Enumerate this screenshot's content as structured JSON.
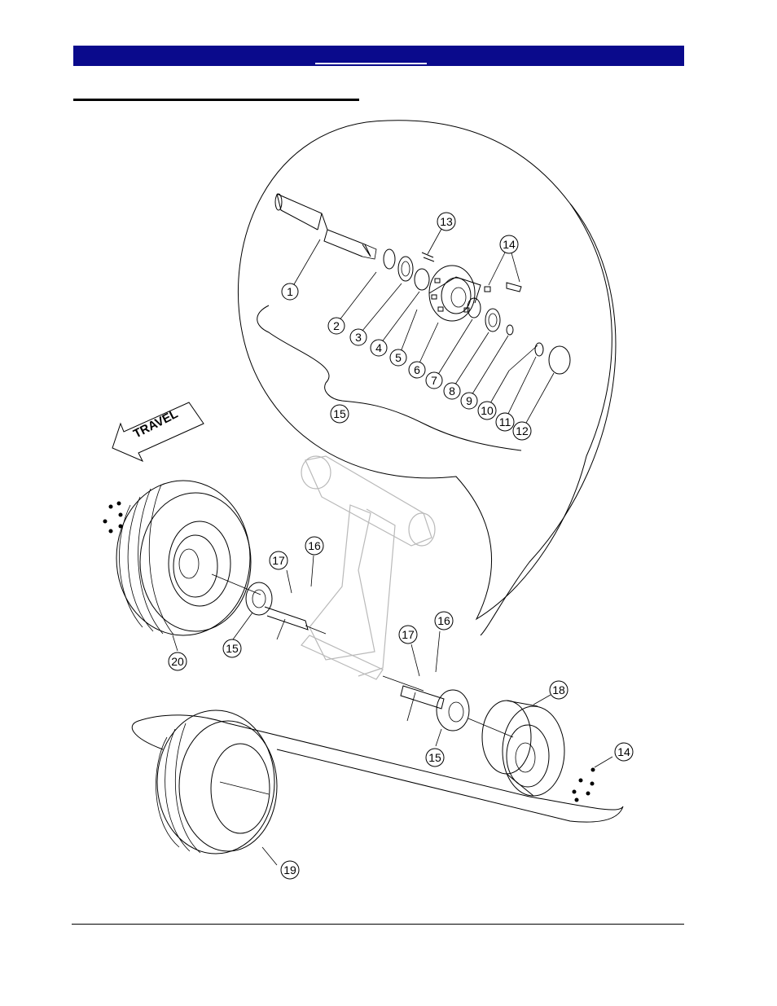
{
  "travel_label": "TRAVEL",
  "callouts": [
    {
      "id": "c1",
      "label": "1"
    },
    {
      "id": "c2",
      "label": "2"
    },
    {
      "id": "c3",
      "label": "3"
    },
    {
      "id": "c4",
      "label": "4"
    },
    {
      "id": "c5",
      "label": "5"
    },
    {
      "id": "c6",
      "label": "6"
    },
    {
      "id": "c7",
      "label": "7"
    },
    {
      "id": "c8",
      "label": "8"
    },
    {
      "id": "c9",
      "label": "9"
    },
    {
      "id": "c10",
      "label": "10"
    },
    {
      "id": "c11",
      "label": "11"
    },
    {
      "id": "c12",
      "label": "12"
    },
    {
      "id": "c13",
      "label": "13"
    },
    {
      "id": "c14a",
      "label": "14"
    },
    {
      "id": "c15a",
      "label": "15"
    },
    {
      "id": "c16a",
      "label": "16"
    },
    {
      "id": "c17a",
      "label": "17"
    },
    {
      "id": "c15b",
      "label": "15"
    },
    {
      "id": "c20",
      "label": "20"
    },
    {
      "id": "c17b",
      "label": "17"
    },
    {
      "id": "c16b",
      "label": "16"
    },
    {
      "id": "c18",
      "label": "18"
    },
    {
      "id": "c15c",
      "label": "15"
    },
    {
      "id": "c14b",
      "label": "14"
    },
    {
      "id": "c19",
      "label": "19"
    }
  ]
}
